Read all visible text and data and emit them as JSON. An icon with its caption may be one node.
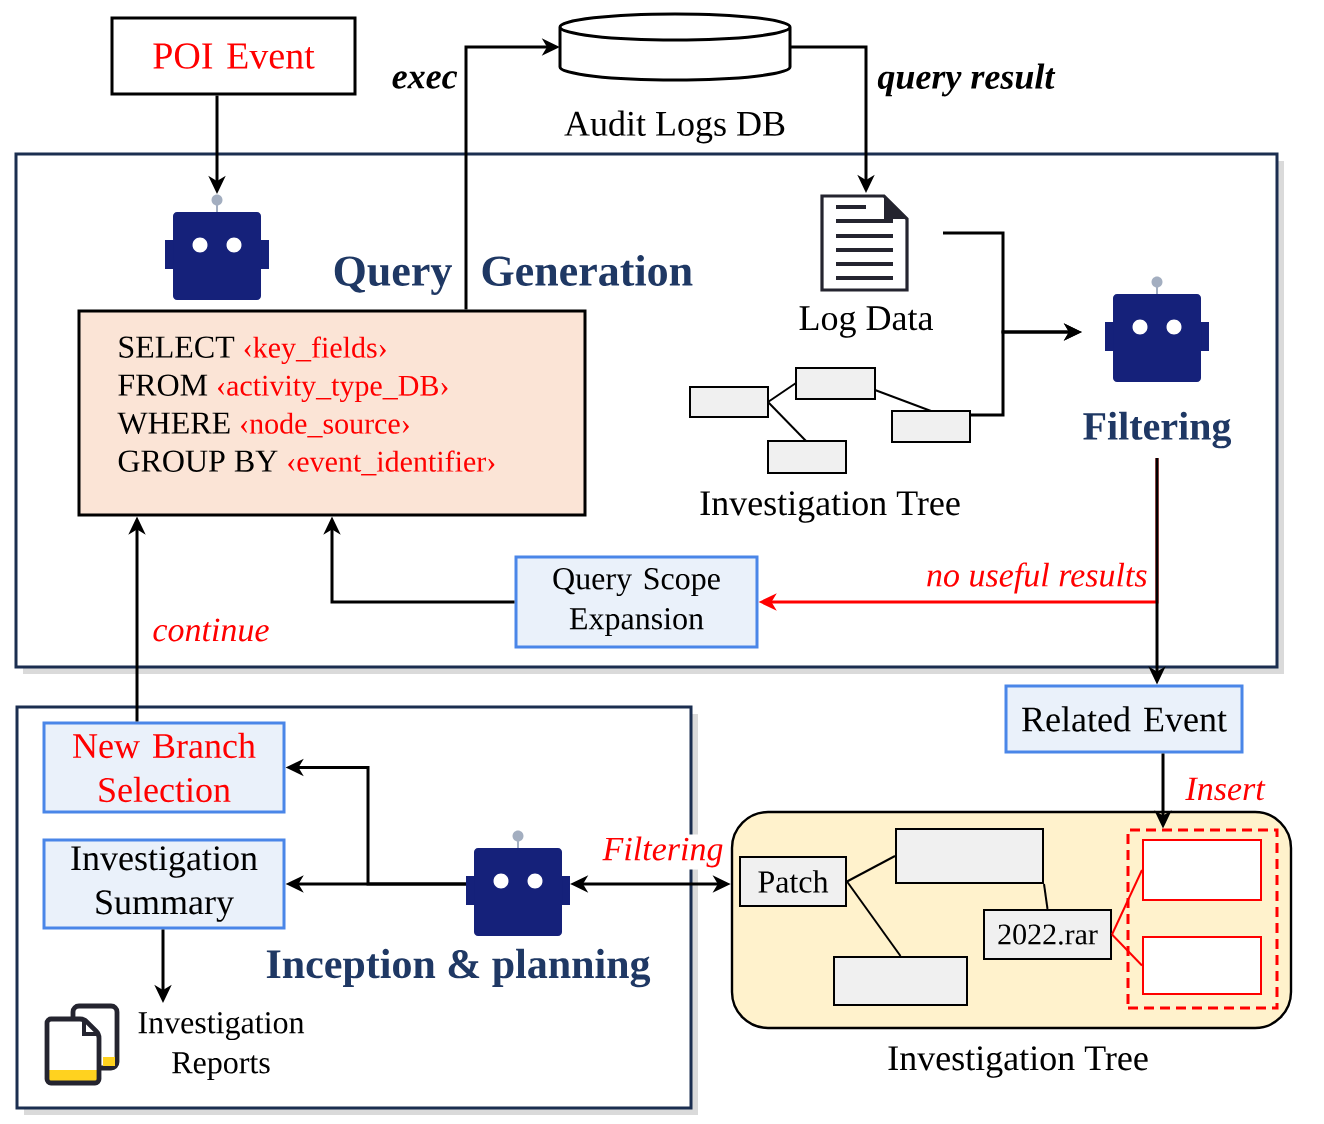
{
  "diagram": {
    "nodes": [
      {
        "text": [
          "POI Event"
        ]
      },
      {
        "text": [
          "Audit Logs DB"
        ]
      },
      {
        "text": [
          "Query Generation"
        ]
      },
      {
        "text": [],
        "shape": "picture",
        "in": 2
      },
      {
        "text": [
          "SELECT",
          "‹key_fields›",
          "FROM",
          "‹activity_type_DB›",
          "WHERE",
          "‹node_source›",
          "GROUP BY",
          "‹event_identifier›"
        ],
        "in": 2
      },
      {
        "text": [
          "Log Data"
        ],
        "in": 2
      },
      {
        "text": [
          "Investigation Tree"
        ],
        "in": 2
      },
      {
        "text": [
          "Filtering"
        ],
        "in": 2
      },
      {
        "text": [
          "Query Scope Expansion"
        ],
        "in": 2
      },
      {
        "text": [
          "Inception & planning"
        ]
      },
      {
        "text": [
          "New Branch Selection"
        ],
        "in": 9
      },
      {
        "text": [
          "Investigation Summary"
        ],
        "in": 9
      },
      {
        "text": [],
        "shape": "picture",
        "in": 9
      },
      {
        "text": [
          "Investigation Reports"
        ],
        "in": 9
      },
      {
        "text": [
          "Related Event"
        ]
      },
      {
        "text": [
          "Investigation Tree"
        ]
      },
      {
        "text": [
          "Patch"
        ],
        "in": 15
      },
      {
        "text": [],
        "shape": "box",
        "in": 15
      },
      {
        "text": [
          "2022.rar"
        ],
        "in": 15
      },
      {
        "text": [],
        "shape": "box",
        "in": 15
      },
      {
        "text": [],
        "shape": "box",
        "in": 15
      },
      {
        "text": [],
        "shape": "box",
        "in": 20
      },
      {
        "text": [],
        "shape": "box",
        "in": 20
      }
    ],
    "edges": [
      {
        "from": 0,
        "to": 3,
        "arrow": "to"
      },
      {
        "from": 4,
        "to": 1,
        "arrow": "to",
        "label": "exec"
      },
      {
        "from": 1,
        "to": 5,
        "arrow": "to",
        "label": "query result"
      },
      {
        "from": 5,
        "to": 7,
        "arrow": "to"
      },
      {
        "from": 6,
        "to": 7,
        "arrow": "to"
      },
      {
        "from": 7,
        "to": 8,
        "arrow": "to",
        "label": "no useful results",
        "color": "#ff0000"
      },
      {
        "from": 7,
        "to": 14,
        "arrow": "to"
      },
      {
        "from": 8,
        "to": 4,
        "arrow": "to"
      },
      {
        "from": 10,
        "to": 4,
        "arrow": "to",
        "label": "continue"
      },
      {
        "from": 12,
        "to": 10,
        "arrow": "to"
      },
      {
        "from": 12,
        "to": 11,
        "arrow": "to"
      },
      {
        "from": 11,
        "to": 13,
        "arrow": "to"
      },
      {
        "from": 12,
        "to": 15,
        "arrow": "both",
        "label": "Filtering"
      },
      {
        "from": 14,
        "to": 20,
        "arrow": "to",
        "label": "Insert"
      },
      {
        "from": 16,
        "to": 17,
        "arrow": "none"
      },
      {
        "from": 16,
        "to": 19,
        "arrow": "none"
      },
      {
        "from": 17,
        "to": 18,
        "arrow": "none"
      },
      {
        "from": 18,
        "to": 21,
        "arrow": "none",
        "color": "#ff0000"
      },
      {
        "from": 18,
        "to": 22,
        "arrow": "none",
        "color": "#ff0000"
      }
    ]
  }
}
